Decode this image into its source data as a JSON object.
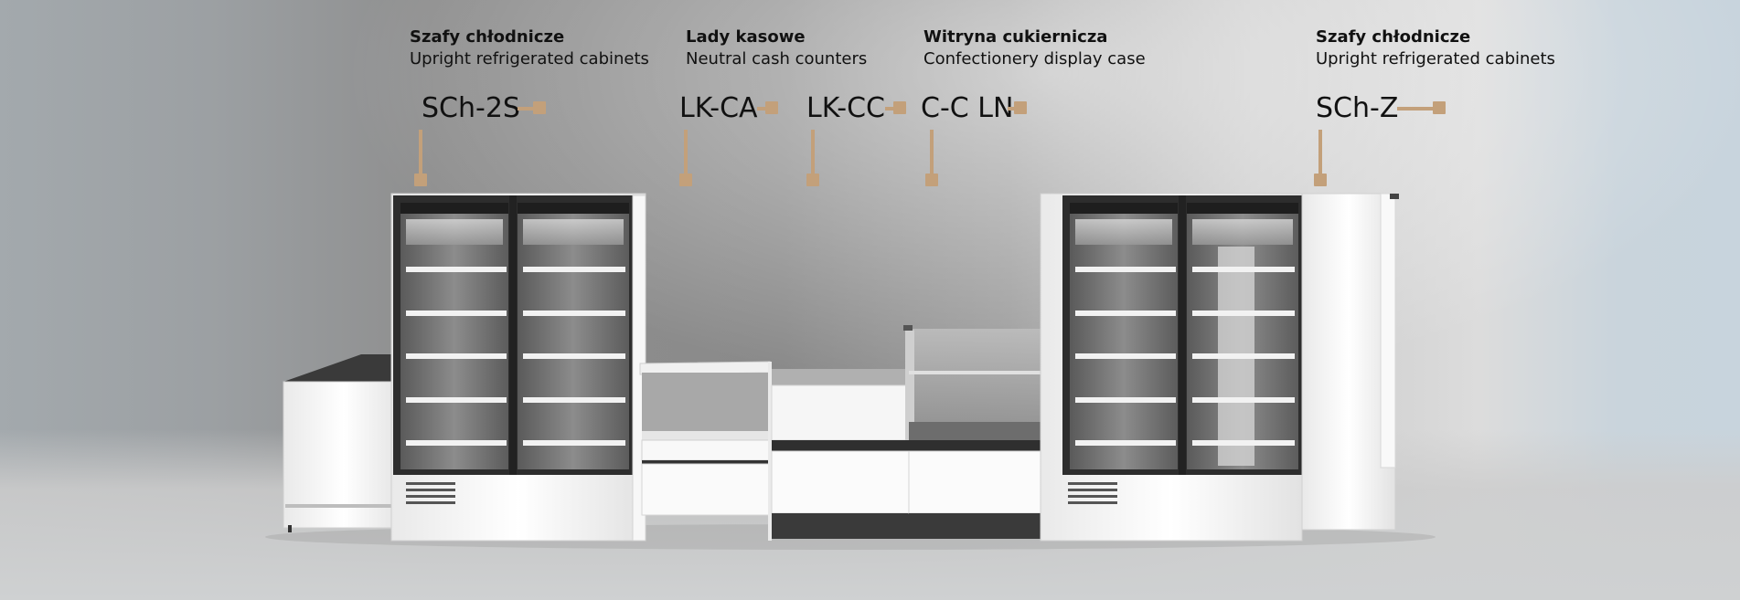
{
  "groups": [
    {
      "id": "g1",
      "title": "Szafy chłodnicze",
      "subtitle": "Upright refrigerated cabinets"
    },
    {
      "id": "g2",
      "title": "Lady kasowe",
      "subtitle": "Neutral cash counters"
    },
    {
      "id": "g3",
      "title": "Witryna cukiernicza",
      "subtitle": "Confectionery display case"
    },
    {
      "id": "g4",
      "title": "Szafy chłodnicze",
      "subtitle": "Upright refrigerated cabinets"
    }
  ],
  "models": [
    {
      "code": "SCh-2S"
    },
    {
      "code": "LK-CA"
    },
    {
      "code": "LK-CC"
    },
    {
      "code": "C-C LN"
    },
    {
      "code": "SCh-Z"
    }
  ],
  "colors": {
    "accent": "#c3a07a",
    "cabinet_frame": "#2e2e2e",
    "body_white": "#f4f4f4"
  }
}
